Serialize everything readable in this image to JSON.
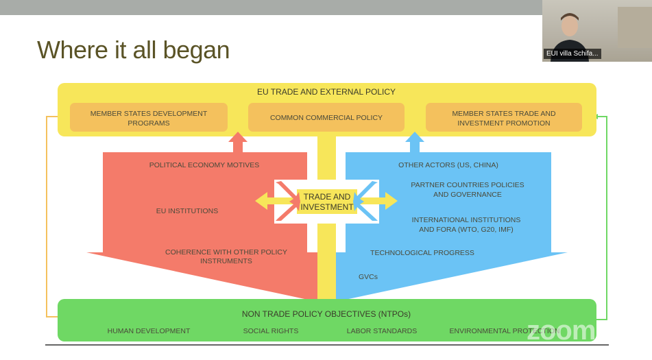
{
  "slide": {
    "title": "Where it all began"
  },
  "webcam": {
    "participant_name": "EUI villa Schifa..."
  },
  "diagram": {
    "top_title": "EU TRADE AND EXTERNAL POLICY",
    "top_boxes": [
      [
        "MEMBER STATES DEVELOPMENT",
        "PROGRAMS"
      ],
      [
        "COMMON COMMERCIAL POLICY"
      ],
      [
        "MEMBER STATES TRADE AND",
        "INVESTMENT PROMOTION"
      ]
    ],
    "left_items": [
      [
        "POLITICAL ECONOMY MOTIVES"
      ],
      [
        "EU INSTITUTIONS"
      ],
      [
        "COHERENCE WITH OTHER POLICY",
        "INSTRUMENTS"
      ]
    ],
    "center": [
      "TRADE AND",
      "INVESTMENT"
    ],
    "right_items": [
      [
        "OTHER ACTORS (US, CHINA)"
      ],
      [
        "PARTNER COUNTRIES POLICIES",
        "AND GOVERNANCE"
      ],
      [
        "INTERNATIONAL INSTITUTIONS",
        "AND FORA (WTO, G20, IMF)"
      ],
      [
        "TECHNOLOGICAL PROGRESS"
      ],
      [
        "GVCs"
      ]
    ],
    "bottom_title": "NON TRADE POLICY OBJECTIVES (NTPOs)",
    "bottom_items": [
      "HUMAN DEVELOPMENT",
      "SOCIAL RIGHTS",
      "LABOR STANDARDS",
      "ENVIRONMENTAL PROTECTION"
    ]
  },
  "zoom": {
    "watermark": "zoom"
  },
  "colors": {
    "yellow": "#f7e65a",
    "orange_box": "#f4c15d",
    "red": "#f47b6a",
    "blue": "#6bc3f5",
    "green": "#6fd864",
    "title": "#5a5326"
  }
}
